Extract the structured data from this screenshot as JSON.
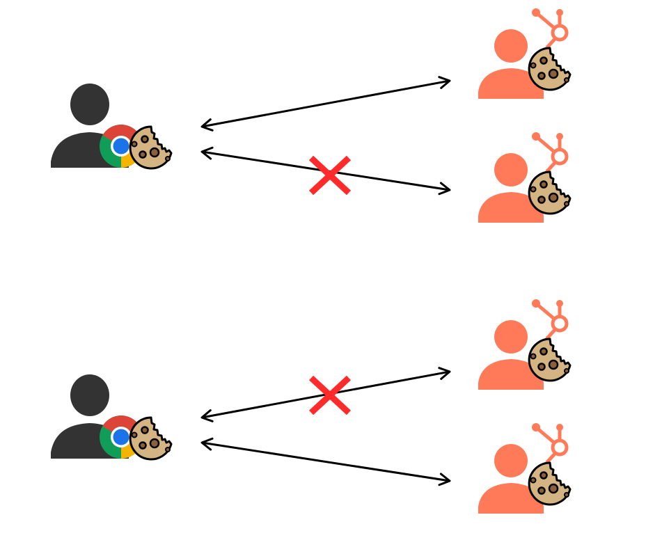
{
  "colors": {
    "browser_user": "#333333",
    "hubspot_user": "#ff7a59",
    "cookie_fill": "#d4b483",
    "cookie_chip": "#8b5e3c",
    "arrow": "#000000",
    "blocked_mark": "#ff2a2a",
    "chrome_red": "#db4437",
    "chrome_green": "#0f9d58",
    "chrome_yellow": "#f4b400",
    "chrome_blue": "#1a73e8"
  },
  "scenarios": [
    {
      "connections": [
        {
          "to": "hubspot-user-1",
          "allowed": true
        },
        {
          "to": "hubspot-user-2",
          "allowed": false
        }
      ]
    },
    {
      "connections": [
        {
          "to": "hubspot-user-3",
          "allowed": false
        },
        {
          "to": "hubspot-user-4",
          "allowed": true
        }
      ]
    }
  ]
}
